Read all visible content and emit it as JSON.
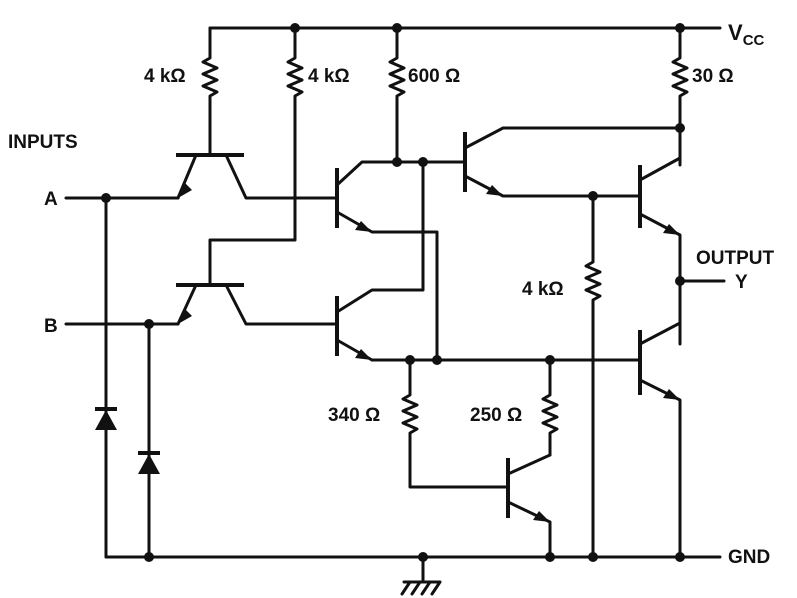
{
  "labels": {
    "vcc_main": "V",
    "vcc_sub": "CC",
    "inputs": "INPUTS",
    "input_a": "A",
    "input_b": "B",
    "output_line1": "OUTPUT",
    "output_line2": "Y",
    "gnd": "GND"
  },
  "resistors": {
    "r_input_a": "4 kΩ",
    "r_input_b": "4 kΩ",
    "r_phase_splitter": "600 Ω",
    "r_pullup": "30 Ω",
    "r_darlington": "4 kΩ",
    "r_emitter": "340 Ω",
    "r_squaring": "250 Ω"
  },
  "colors": {
    "ink": "#111111",
    "background": "#ffffff"
  }
}
